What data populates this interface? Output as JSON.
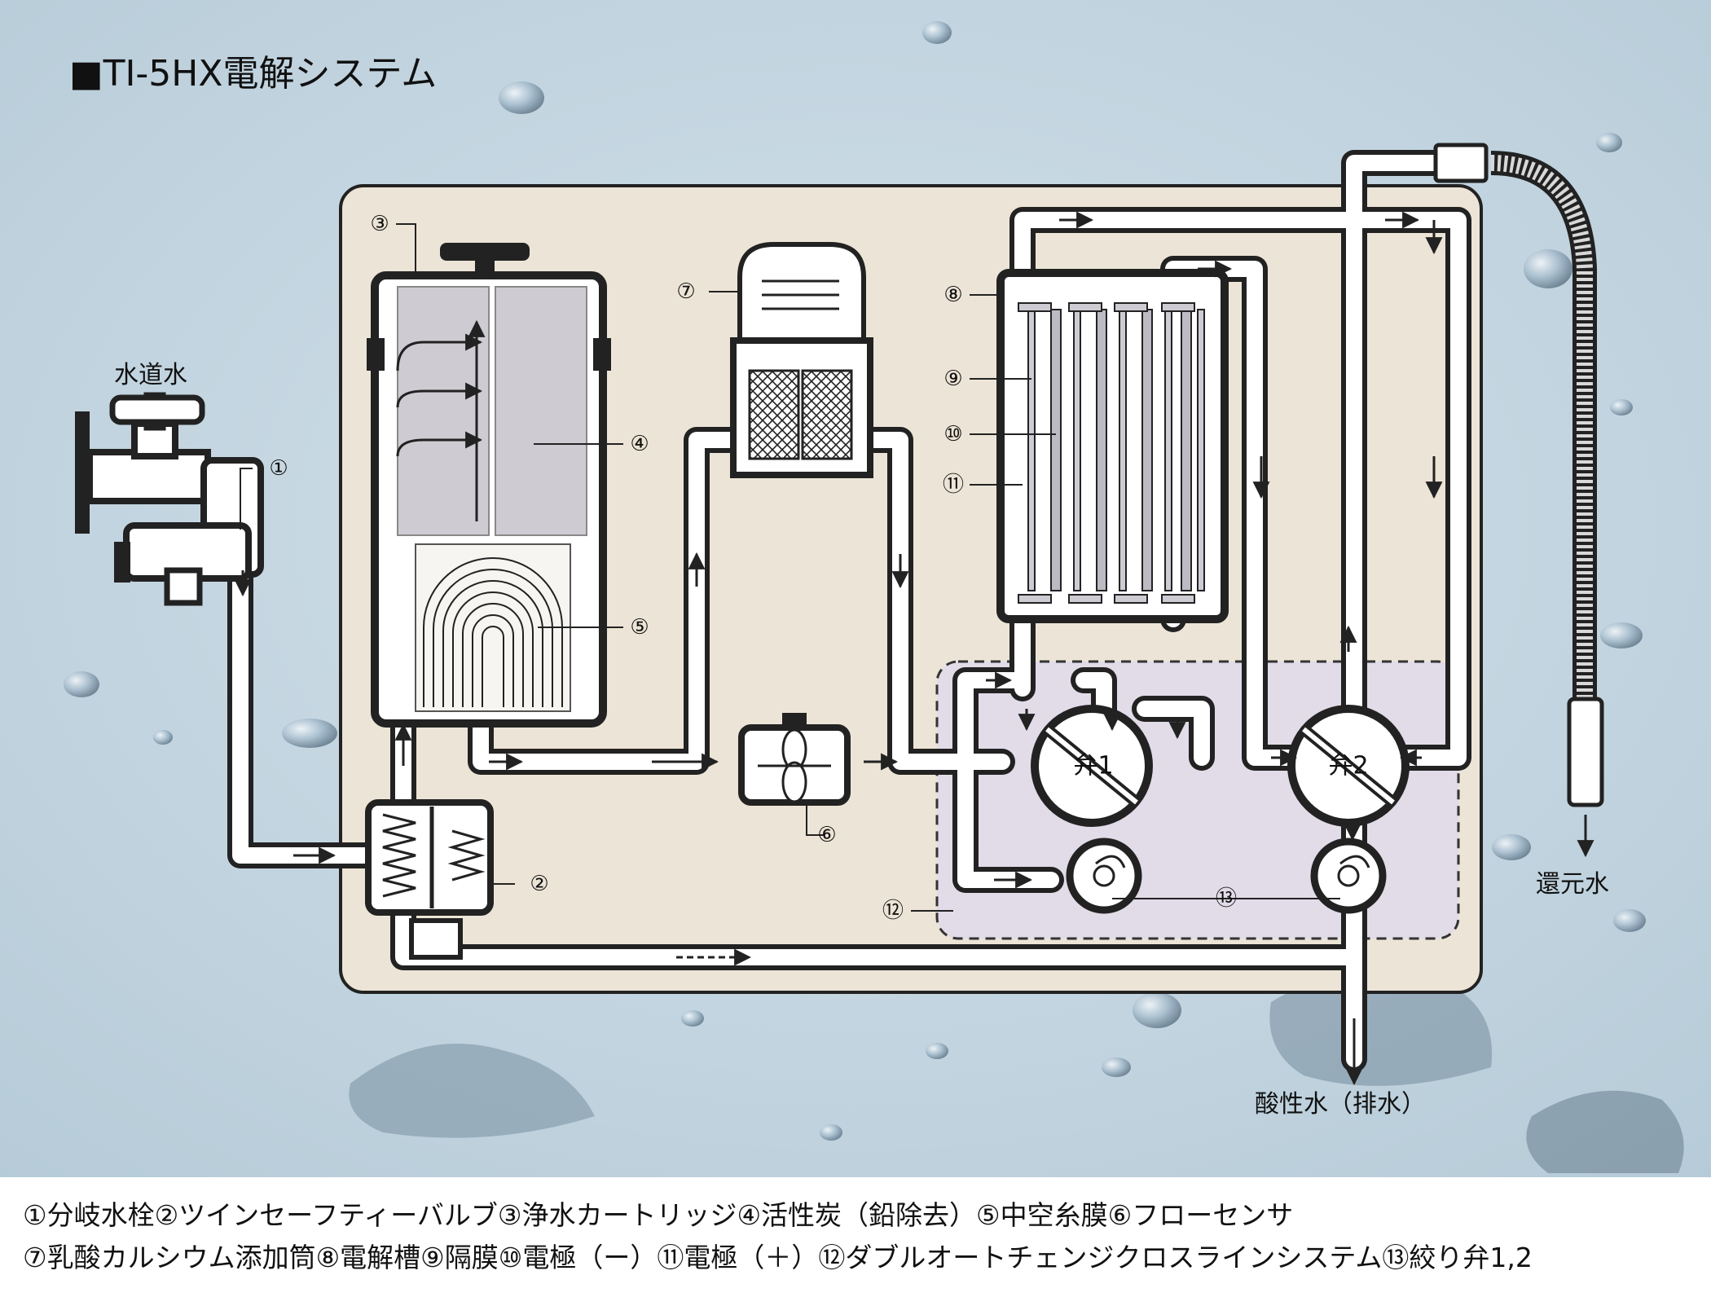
{
  "title": "■TI-5HX電解システム",
  "external_labels": {
    "tap_water": "水道水",
    "reduced_water": "還元水",
    "acidic_water": "酸性水（排水）"
  },
  "valves": [
    "弁1",
    "弁2"
  ],
  "callouts": [
    "①",
    "②",
    "③",
    "④",
    "⑤",
    "⑥",
    "⑦",
    "⑧",
    "⑨",
    "⑩",
    "⑪",
    "⑫",
    "⑬"
  ],
  "legend": {
    "line1": "①分岐水栓②ツインセーフティーバルブ③浄水カートリッジ④活性炭（鉛除去）⑤中空糸膜⑥フローセンサ",
    "line2": "⑦乳酸カルシウム添加筒⑧電解槽⑨隔膜⑩電極（ー）⑪電極（＋）⑫ダブルオートチェンジクロスラインシステム⑬絞り弁1,2"
  },
  "colors": {
    "background": "#c3d6e2",
    "housing": "#ece4d6",
    "pipe_outline": "#2a2a2a",
    "membrane_zone": "#e2dbe8",
    "filter_carbon": "#cfcbd3"
  }
}
